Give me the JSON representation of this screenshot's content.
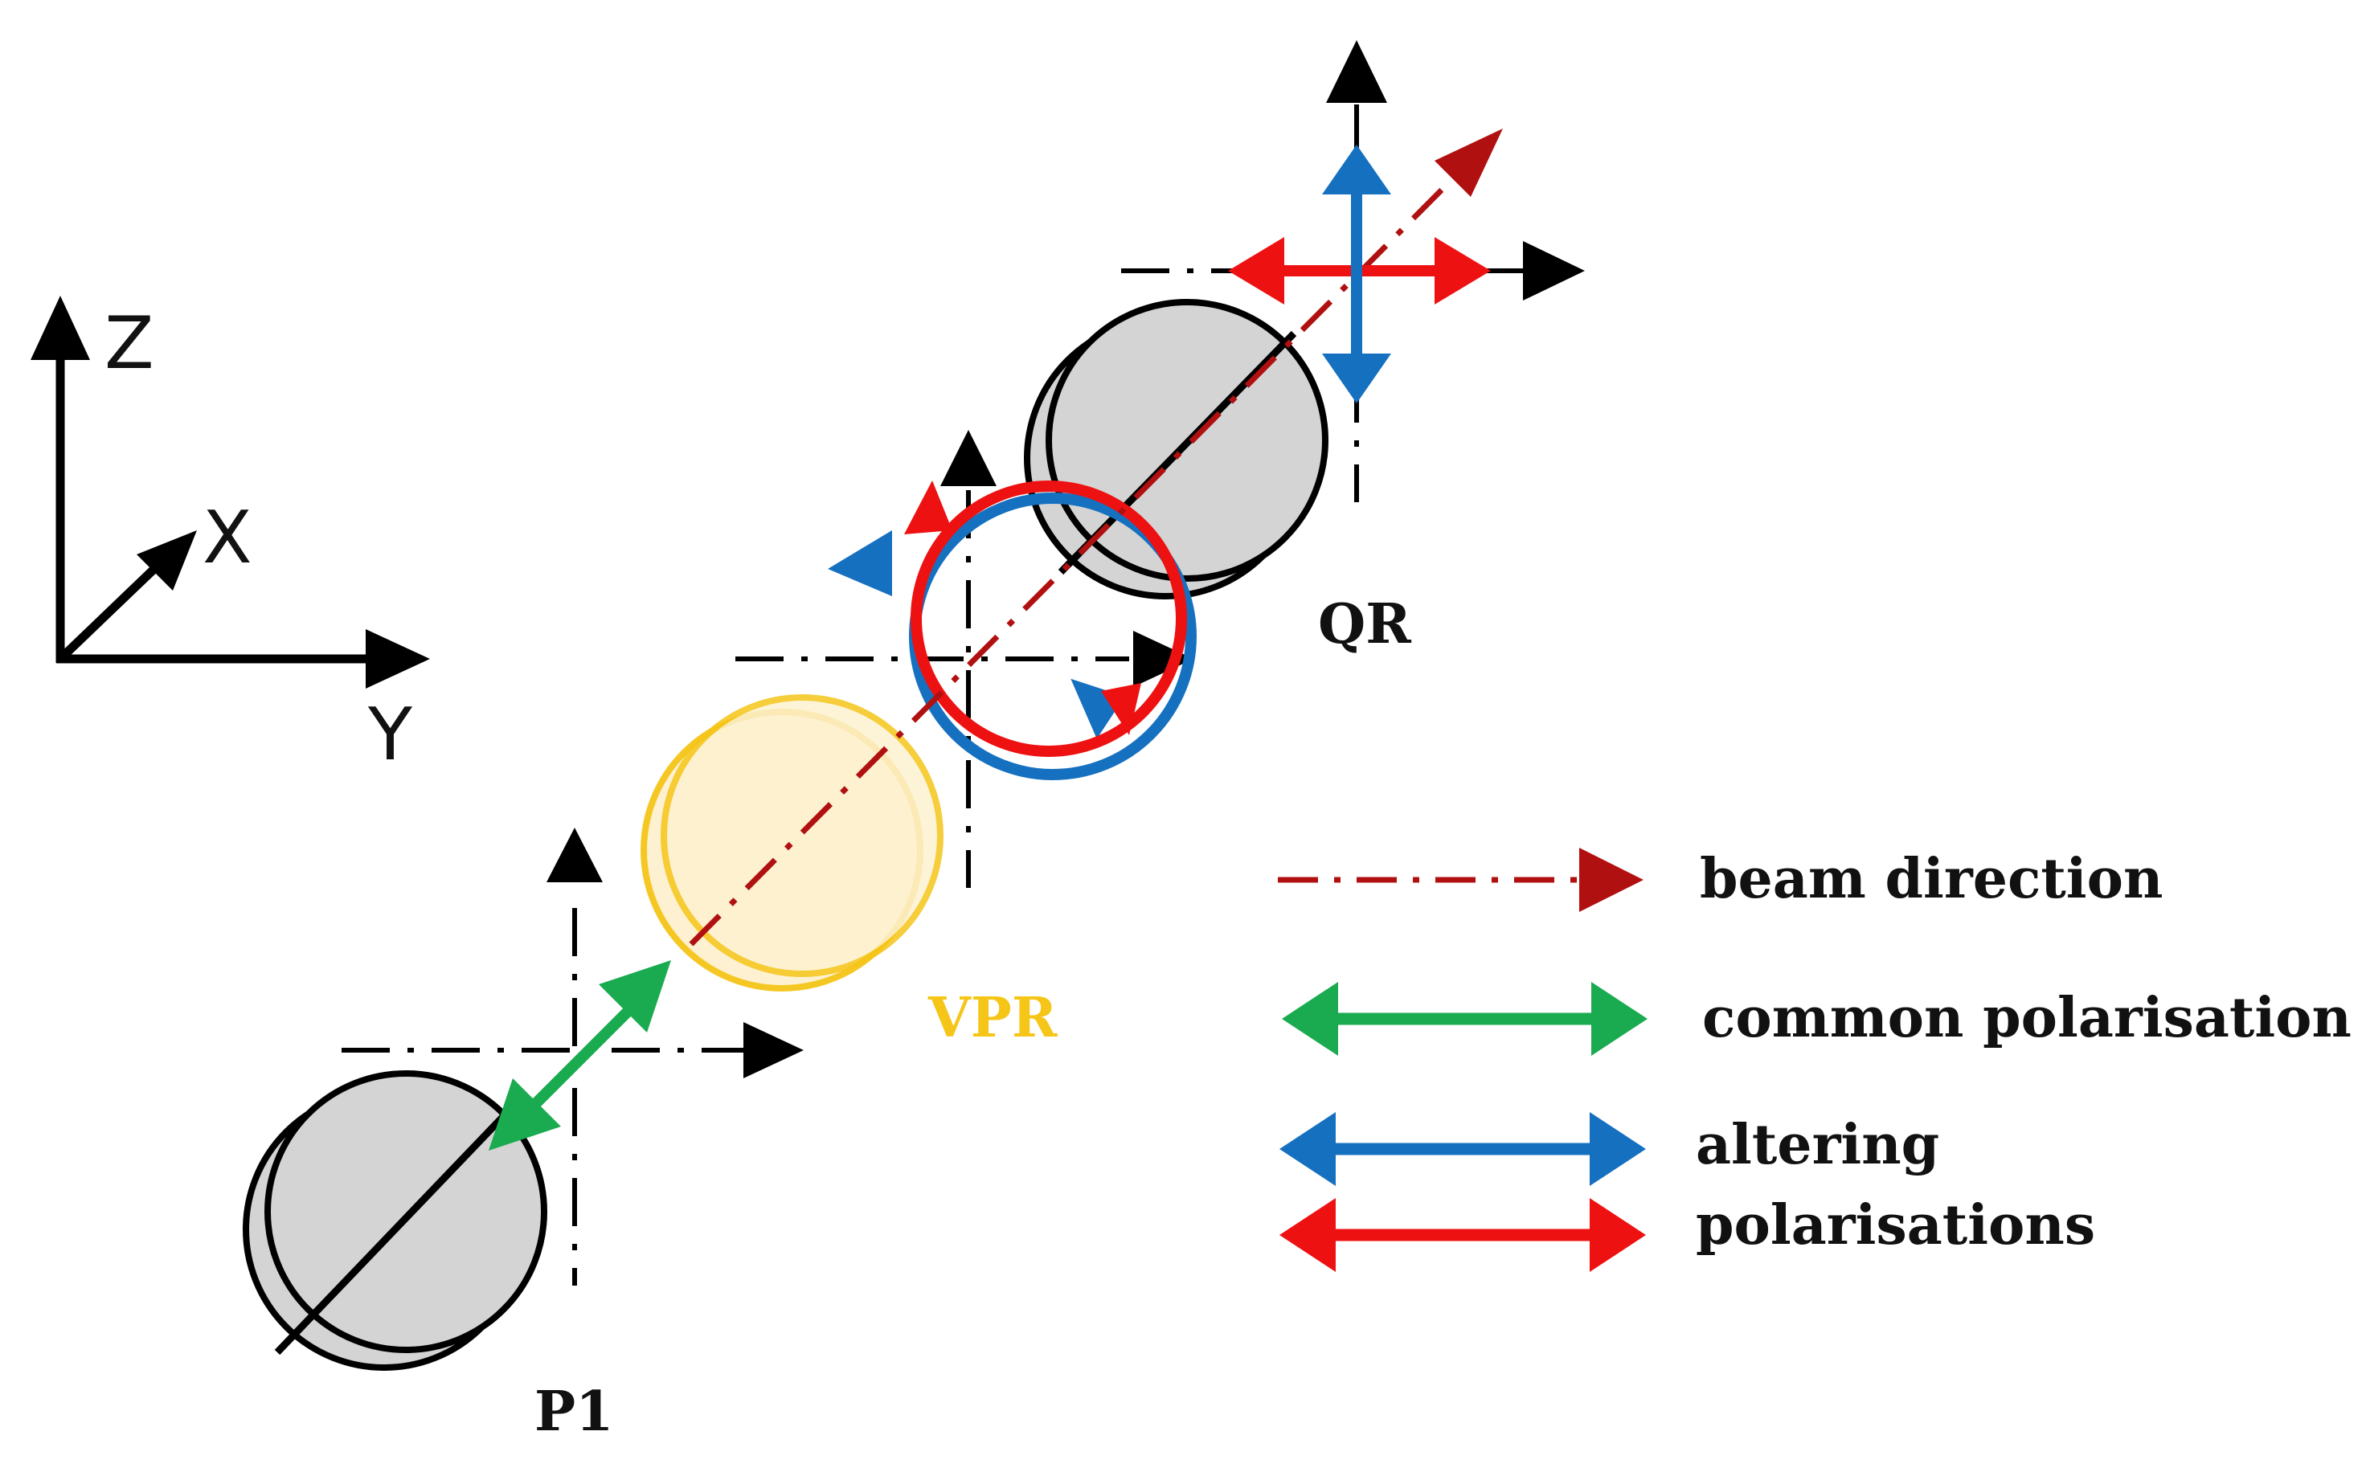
{
  "axes": {
    "z_label": "Z",
    "x_label": "X",
    "y_label": "Y"
  },
  "components": {
    "p1": {
      "label": "P1"
    },
    "vpr": {
      "label": "VPR"
    },
    "qr": {
      "label": "QR"
    }
  },
  "legend": {
    "beam": "beam direction",
    "common": "common polarisation",
    "altering_line1": "altering",
    "altering_line2": "polarisations"
  },
  "colors": {
    "beam": "#b01010",
    "common": "#1aaa50",
    "blue": "#1670c0",
    "red": "#ee1111",
    "vpr": "#f5c518",
    "vpr_fill": "#fdf1cf",
    "disk_fill": "#d4d4d4"
  }
}
